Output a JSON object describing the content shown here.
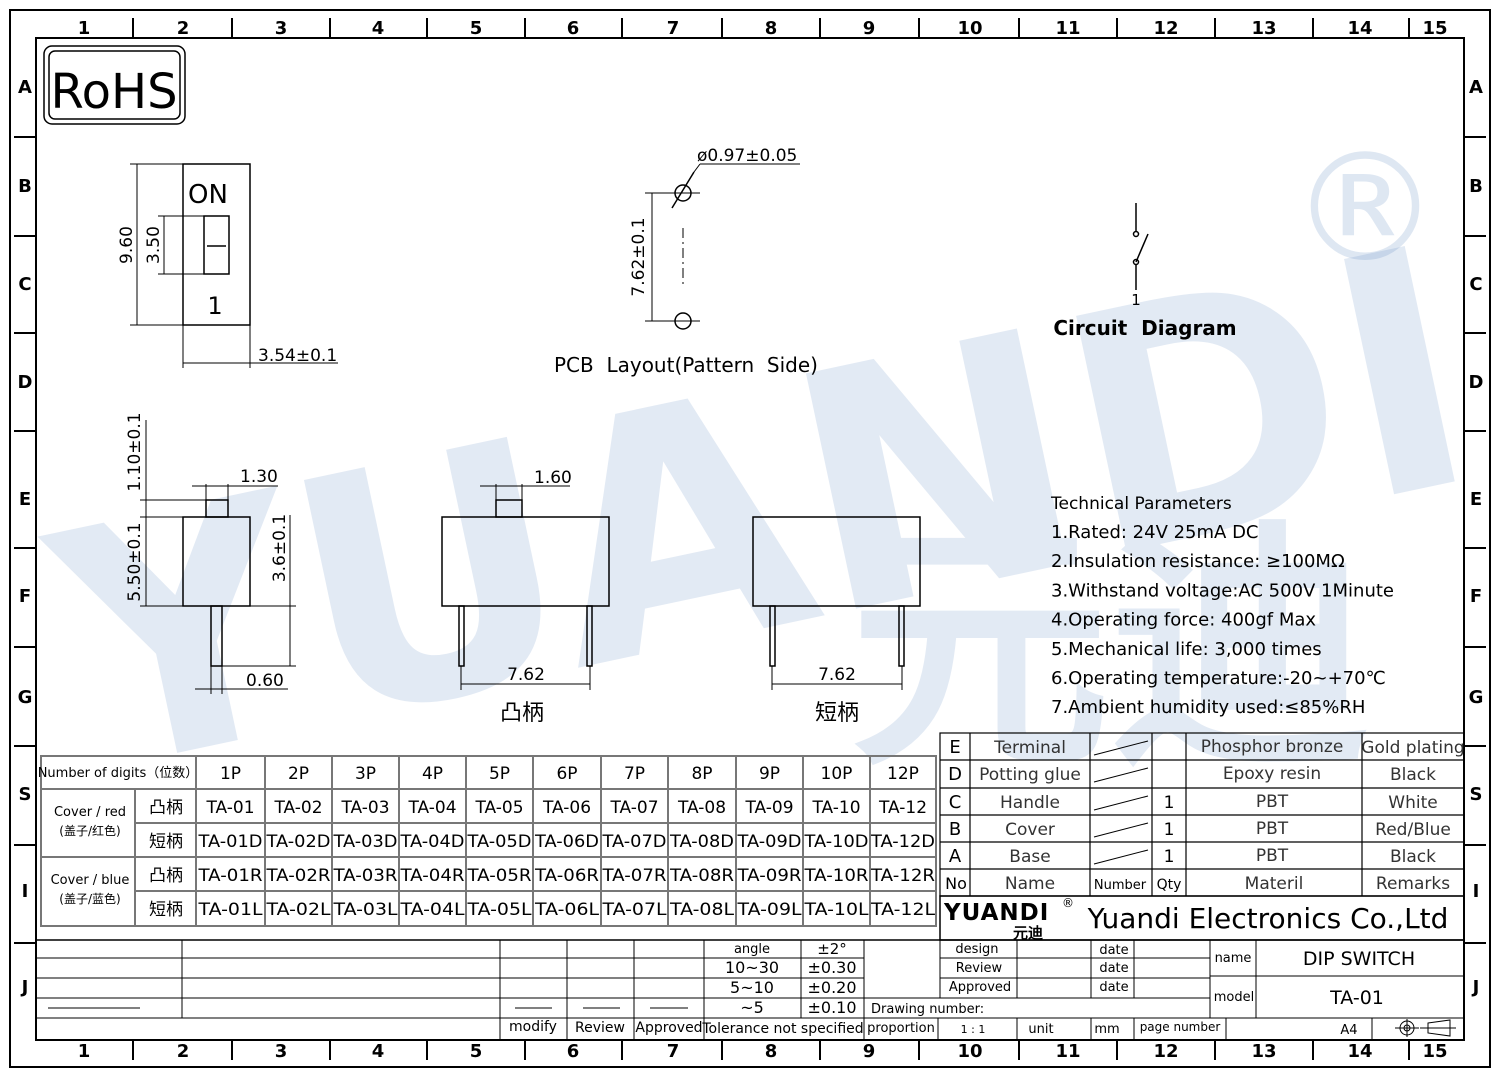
{
  "rohs": "RoHS",
  "border": {
    "cols": [
      "1",
      "2",
      "3",
      "4",
      "5",
      "6",
      "7",
      "8",
      "9",
      "10",
      "11",
      "12",
      "13",
      "14",
      "15"
    ],
    "rows": [
      "A",
      "B",
      "C",
      "D",
      "E",
      "F",
      "G",
      "S",
      "I",
      "J"
    ]
  },
  "watermark": {
    "brand": "YUANDI",
    "chinese": "元迪",
    "reg": "®"
  },
  "top_view": {
    "on_label": "ON",
    "position_number": "1",
    "dim_height": "9.60",
    "dim_window": "3.50",
    "dim_width": "3.54±0.1"
  },
  "pcb_layout": {
    "hole_dia": "ø0.97±0.05",
    "pitch": "7.62±0.1",
    "caption": "PCB  Layout(Pattern  Side)"
  },
  "circuit": {
    "pin": "1",
    "caption": "Circuit  Diagram"
  },
  "side_view": {
    "knob_height": "1.10±0.1",
    "knob_width": "1.30",
    "body_height": "5.50±0.1",
    "pin_length": "3.6±0.1",
    "pin_width": "0.60"
  },
  "front_raised": {
    "knob_width": "1.60",
    "pitch": "7.62",
    "caption": "凸柄"
  },
  "front_short": {
    "pitch": "7.62",
    "caption": "短柄"
  },
  "tech": {
    "title": "Technical Parameters",
    "items": [
      "1.Rated: 24V 25mA  DC",
      "2.Insulation resistance: ≥100MΩ",
      "3.Withstand voltage:AC 500V 1Minute",
      "4.Operating force: 400gf Max",
      "5.Mechanical life: 3,000 times",
      "6.Operating temperature:-20~+70℃",
      "7.Ambient humidity used:≤85%RH"
    ]
  },
  "model_table": {
    "header_label": "Number of digits（位数）",
    "digits": [
      "1P",
      "2P",
      "3P",
      "4P",
      "5P",
      "6P",
      "7P",
      "8P",
      "9P",
      "10P",
      "12P"
    ],
    "groups": [
      {
        "label1": "Cover / red",
        "label2": "(盖子/红色)",
        "rows": [
          {
            "type": "凸柄",
            "cells": [
              "TA-01",
              "TA-02",
              "TA-03",
              "TA-04",
              "TA-05",
              "TA-06",
              "TA-07",
              "TA-08",
              "TA-09",
              "TA-10",
              "TA-12"
            ]
          },
          {
            "type": "短柄",
            "cells": [
              "TA-01D",
              "TA-02D",
              "TA-03D",
              "TA-04D",
              "TA-05D",
              "TA-06D",
              "TA-07D",
              "TA-08D",
              "TA-09D",
              "TA-10D",
              "TA-12D"
            ]
          }
        ]
      },
      {
        "label1": "Cover / blue",
        "label2": "(盖子/蓝色)",
        "rows": [
          {
            "type": "凸柄",
            "cells": [
              "TA-01R",
              "TA-02R",
              "TA-03R",
              "TA-04R",
              "TA-05R",
              "TA-06R",
              "TA-07R",
              "TA-08R",
              "TA-09R",
              "TA-10R",
              "TA-12R"
            ]
          },
          {
            "type": "短柄",
            "cells": [
              "TA-01L",
              "TA-02L",
              "TA-03L",
              "TA-04L",
              "TA-05L",
              "TA-06L",
              "TA-07L",
              "TA-08L",
              "TA-09L",
              "TA-10L",
              "TA-12L"
            ]
          }
        ]
      }
    ]
  },
  "bom": {
    "rows": [
      {
        "no": "E",
        "name": "Terminal",
        "qty": "",
        "material": "Phosphor bronze",
        "remarks": "Gold plating"
      },
      {
        "no": "D",
        "name": "Potting glue",
        "qty": "",
        "material": "Epoxy resin",
        "remarks": "Black"
      },
      {
        "no": "C",
        "name": "Handle",
        "qty": "1",
        "material": "PBT",
        "remarks": "White"
      },
      {
        "no": "B",
        "name": "Cover",
        "qty": "1",
        "material": "PBT",
        "remarks": "Red/Blue"
      },
      {
        "no": "A",
        "name": "Base",
        "qty": "1",
        "material": "PBT",
        "remarks": "Black"
      }
    ],
    "header": {
      "no": "No",
      "name": "Name",
      "number": "Number",
      "qty": "Qty",
      "material": "Materil",
      "remarks": "Remarks"
    }
  },
  "company": {
    "logo": "YUANDI",
    "logo_cn": "元迪",
    "reg": "®",
    "name": "Yuandi Electronics Co.,Ltd"
  },
  "tolerance": {
    "angle": "angle",
    "angle_val": "±2°",
    "ranges": [
      {
        "r": "10~30",
        "v": "±0.30"
      },
      {
        "r": "5~10",
        "v": "±0.20"
      },
      {
        "r": "~5",
        "v": "±0.10"
      }
    ],
    "label": "Tolerance not specified"
  },
  "signoff": {
    "modify": "modify",
    "review": "Review",
    "approved": "Approved"
  },
  "titleblock": {
    "design": "design",
    "review": "Review",
    "approved": "Approved",
    "date": "date",
    "name_label": "name",
    "name_value": "DIP SWITCH",
    "model_label": "model",
    "model_value": "TA-01",
    "drawing_number": "Drawing number:",
    "proportion": "proportion",
    "scale": "1 : 1",
    "unit": "unit",
    "unit_value": "mm",
    "page_number": "page number",
    "paper": "A4"
  }
}
